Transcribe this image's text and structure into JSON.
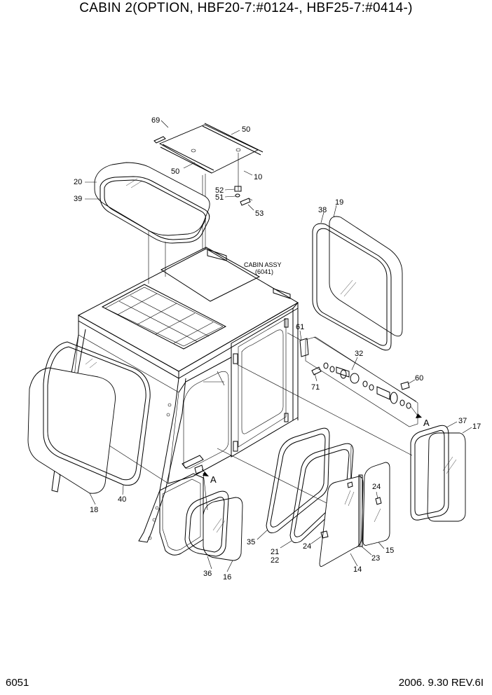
{
  "title": "CABIN 2(OPTION, HBF20-7:#0124-, HBF25-7:#0414-)",
  "page_number": "6051",
  "revision": "2006. 9.30  REV.6I",
  "assembly": {
    "name": "CABIN ASSY",
    "code": "(6041)"
  },
  "view_marker": "A",
  "callouts": {
    "c69": "69",
    "c50a": "50",
    "c50b": "50",
    "c10": "10",
    "c20": "20",
    "c39": "39",
    "c52": "52",
    "c51": "51",
    "c53": "53",
    "c38": "38",
    "c19": "19",
    "c61": "61",
    "c32": "32",
    "c60": "60",
    "c71": "71",
    "c37": "37",
    "c17": "17",
    "c18": "18",
    "c40": "40",
    "c35": "35",
    "c21": "21",
    "c22": "22",
    "c24a": "24",
    "c24b": "24",
    "c23": "23",
    "c15": "15",
    "c14": "14",
    "c36": "36",
    "c16": "16"
  }
}
